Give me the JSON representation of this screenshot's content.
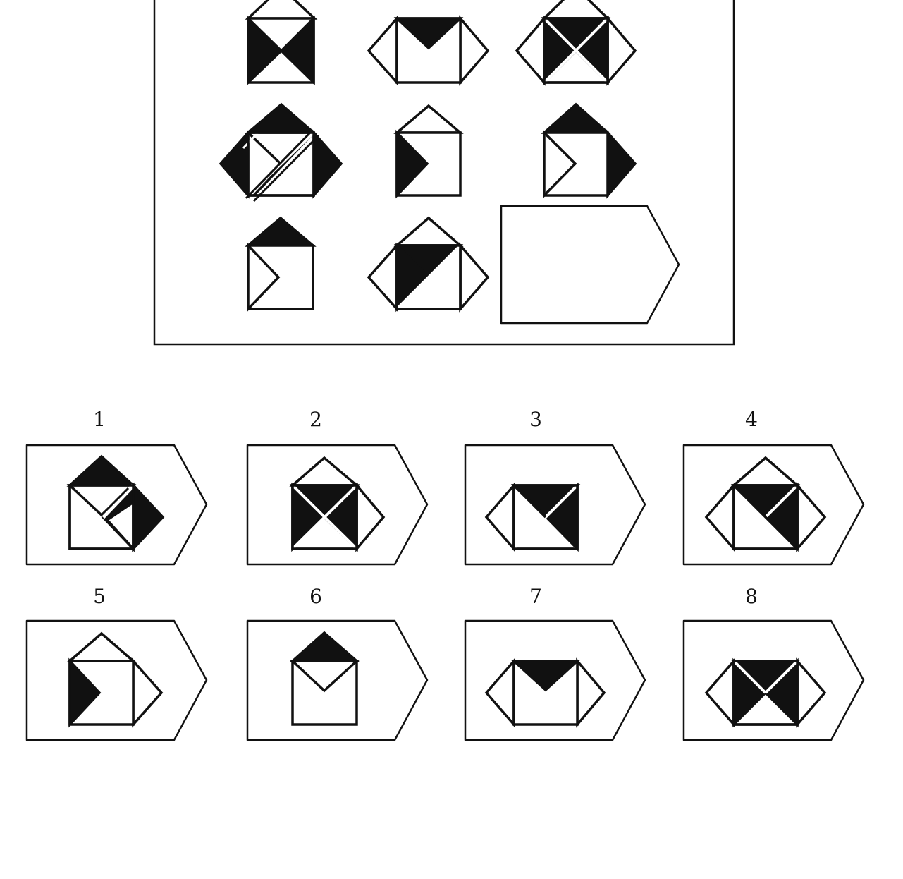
{
  "puzzle": {
    "matrix_cells": [
      {
        "row": 1,
        "col": 1,
        "figure": "hourglass-square-with-top-triangle"
      },
      {
        "row": 1,
        "col": 2,
        "figure": "square-with-top-notch-and-side-triangles"
      },
      {
        "row": 1,
        "col": 3,
        "figure": "bowtie-square-with-three-triangles"
      },
      {
        "row": 2,
        "col": 1,
        "figure": "split-square-with-four-triangles"
      },
      {
        "row": 2,
        "col": 2,
        "figure": "square-with-left-wedge-and-top-triangle"
      },
      {
        "row": 2,
        "col": 3,
        "figure": "square-with-black-top-and-right-triangles"
      },
      {
        "row": 3,
        "col": 1,
        "figure": "square-with-black-top-triangle"
      },
      {
        "row": 3,
        "col": 2,
        "figure": "split-square-with-three-triangles"
      },
      {
        "row": 3,
        "col": 3,
        "figure": "missing-answer-slot"
      }
    ],
    "answer_options": [
      {
        "label": "1"
      },
      {
        "label": "2"
      },
      {
        "label": "3"
      },
      {
        "label": "4"
      },
      {
        "label": "5"
      },
      {
        "label": "6"
      },
      {
        "label": "7"
      },
      {
        "label": "8"
      }
    ],
    "colors": {
      "ink": "#111111",
      "paper": "#ffffff"
    }
  }
}
